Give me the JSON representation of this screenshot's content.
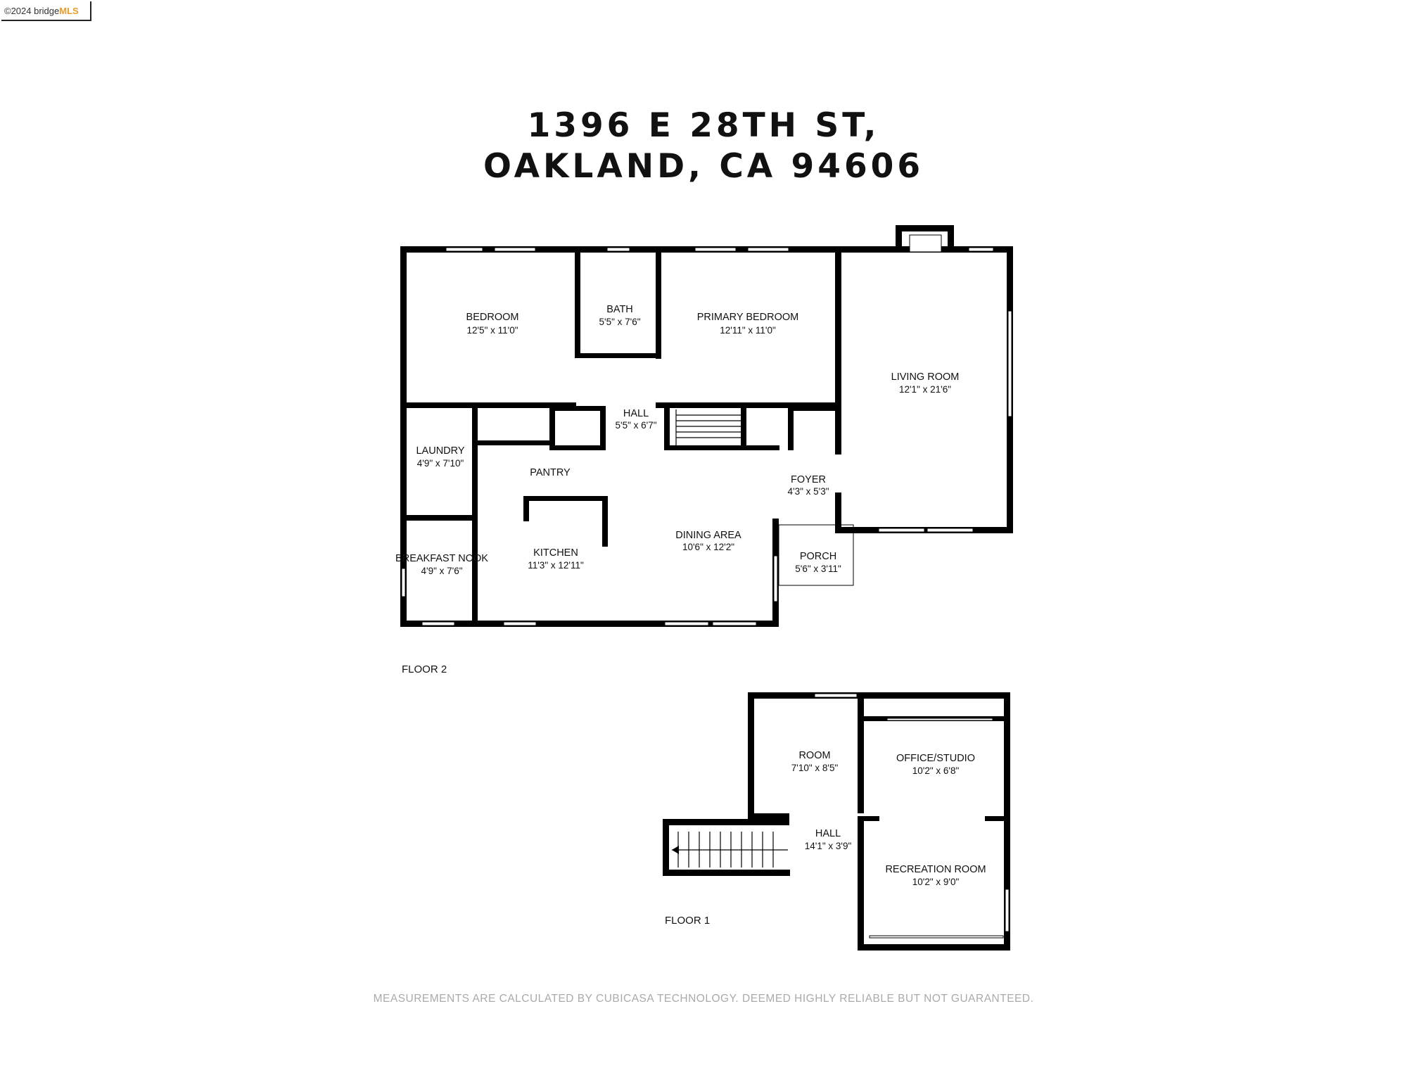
{
  "watermark": {
    "copyright": "©2024 bridge",
    "brand": "MLS"
  },
  "title": {
    "line1": "1396 E 28TH ST,",
    "line2": "OAKLAND, CA 94606"
  },
  "rooms": {
    "bedroom": {
      "name": "BEDROOM",
      "dim": "12'5\" x 11'0\""
    },
    "bath": {
      "name": "BATH",
      "dim": "5'5\" x 7'6\""
    },
    "primary_bedroom": {
      "name": "PRIMARY BEDROOM",
      "dim": "12'11\" x 11'0\""
    },
    "living_room": {
      "name": "LIVING ROOM",
      "dim": "12'1\" x 21'6\""
    },
    "hall2": {
      "name": "HALL",
      "dim": "5'5\" x 6'7\""
    },
    "laundry": {
      "name": "LAUNDRY",
      "dim": "4'9\" x 7'10\""
    },
    "pantry": {
      "name": "PANTRY"
    },
    "foyer": {
      "name": "FOYER",
      "dim": "4'3\" x 5'3\""
    },
    "kitchen": {
      "name": "KITCHEN",
      "dim": "11'3\" x 12'11\""
    },
    "dining_area": {
      "name": "DINING AREA",
      "dim": "10'6\" x 12'2\""
    },
    "breakfast_nook": {
      "name": "BREAKFAST NOOK",
      "dim": "4'9\" x 7'6\""
    },
    "porch": {
      "name": "PORCH",
      "dim": "5'6\" x 3'11\""
    },
    "room": {
      "name": "ROOM",
      "dim": "7'10\" x 8'5\""
    },
    "office_studio": {
      "name": "OFFICE/STUDIO",
      "dim": "10'2\" x 6'8\""
    },
    "hall1": {
      "name": "HALL",
      "dim": "14'1\" x 3'9\""
    },
    "recreation_room": {
      "name": "RECREATION ROOM",
      "dim": "10'2\" x 9'0\""
    }
  },
  "floors": {
    "floor2": "FLOOR 2",
    "floor1": "FLOOR 1"
  },
  "disclaimer": "MEASUREMENTS ARE CALCULATED BY CUBICASA TECHNOLOGY. DEEMED HIGHLY RELIABLE BUT NOT GUARANTEED.",
  "colors": {
    "wall": "#000000",
    "window": "#ffffff",
    "text": "#111111",
    "disclaimer": "#aaaaaa",
    "brand": "#e89a2a"
  }
}
